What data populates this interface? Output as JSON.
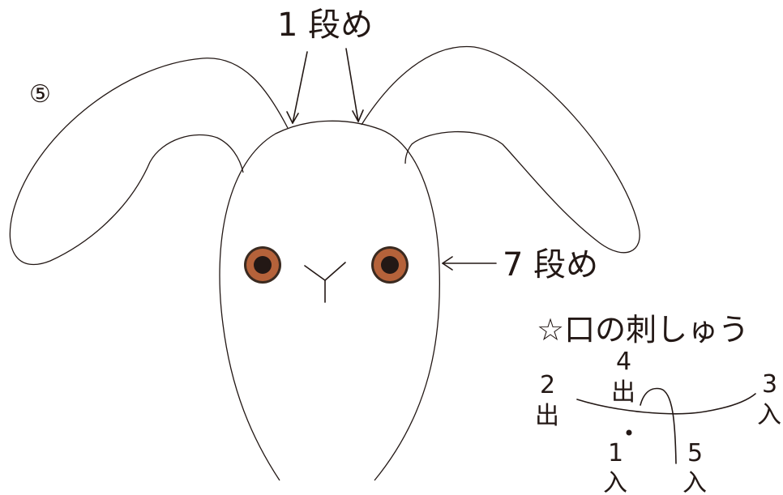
{
  "step": {
    "number": "⑤"
  },
  "labels": {
    "row1": "1 段め",
    "row7": "7 段め"
  },
  "mouth_embroidery": {
    "title": "☆口の刺しゅう",
    "points": [
      {
        "num": "1",
        "action": "入"
      },
      {
        "num": "2",
        "action": "出"
      },
      {
        "num": "3",
        "action": "入"
      },
      {
        "num": "4",
        "action": "出"
      },
      {
        "num": "5",
        "action": "入"
      }
    ]
  },
  "colors": {
    "line": "#231815",
    "eye_iris": "#b5623a",
    "eye_pupil": "#231815",
    "eye_ring": "#3a2a20"
  }
}
